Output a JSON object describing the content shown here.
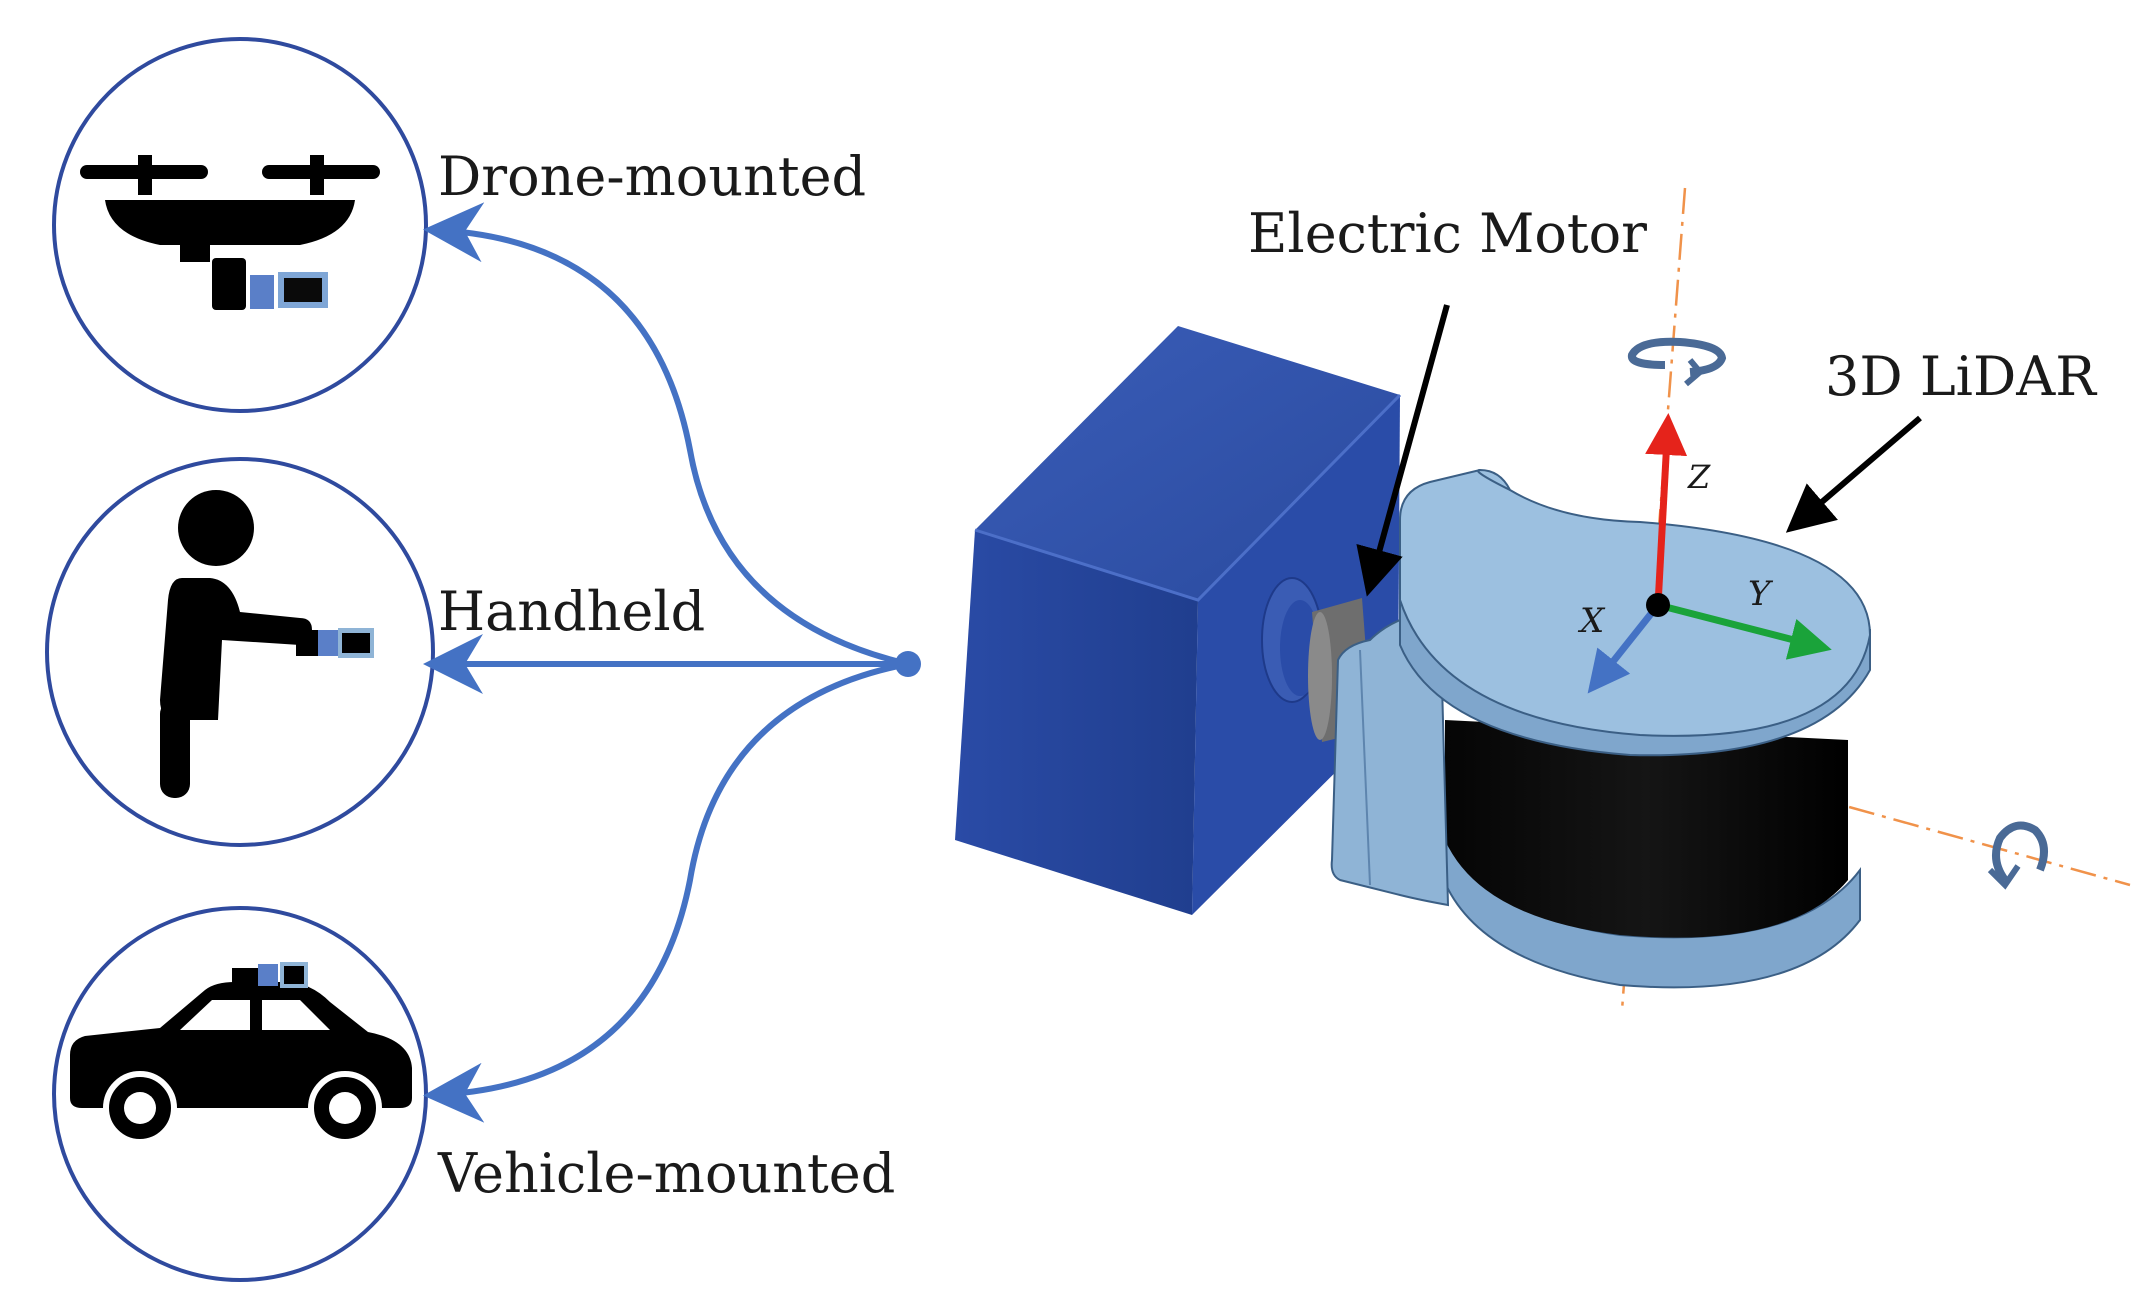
{
  "modes": {
    "drone": "Drone-mounted",
    "handheld": "Handheld",
    "vehicle": "Vehicle-mounted"
  },
  "components": {
    "motor": "Electric Motor",
    "lidar": "3D LiDAR"
  },
  "axes": {
    "x": "X",
    "y": "Y",
    "z": "Z"
  },
  "colors": {
    "connector_blue": "#4472C4",
    "motor_blue": "#2C4FA8",
    "lidar_light_blue": "#8FB4D6",
    "axis_x": "#4472C4",
    "axis_y": "#1AA33A",
    "axis_z": "#E5231B",
    "guide_orange": "#F0924A"
  },
  "icons": [
    "drone-icon",
    "person-icon",
    "car-icon",
    "rotation-arrow-icon"
  ]
}
